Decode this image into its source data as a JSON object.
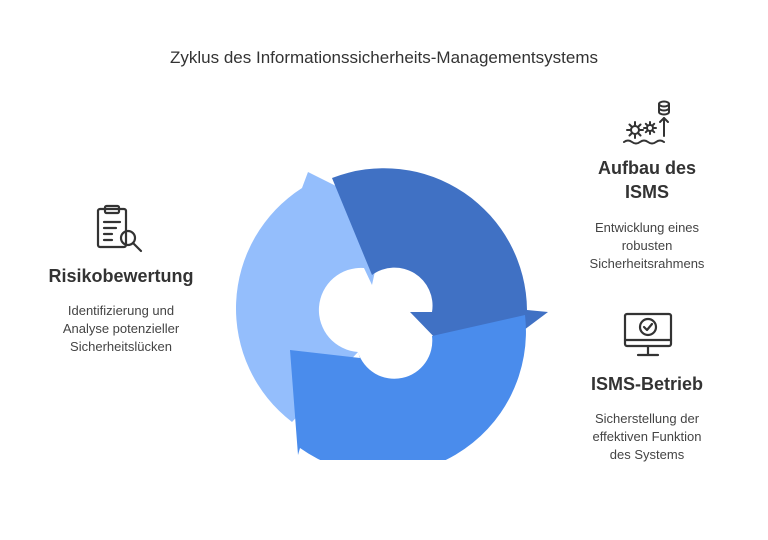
{
  "title": "Zyklus des Informationssicherheits-Managementsystems",
  "stages": [
    {
      "heading_line1": "Risikobewertung",
      "heading_line2": "",
      "desc_lines": [
        "Identifizierung und",
        "Analyse potenzieller",
        "Sicherheitslücken"
      ],
      "icon": "clipboard-search-icon",
      "color": "#94BEFC"
    },
    {
      "heading_line1": "Aufbau des",
      "heading_line2": "ISMS",
      "desc_lines": [
        "Entwicklung eines",
        "robusten",
        "Sicherheitsrahmens"
      ],
      "icon": "gears-database-icon",
      "color": "#4071C4"
    },
    {
      "heading_line1": "ISMS-Betrieb",
      "heading_line2": "",
      "desc_lines": [
        "Sicherstellung der",
        "effektiven Funktion",
        "des Systems"
      ],
      "icon": "monitor-check-icon",
      "color": "#4A8CEC"
    }
  ]
}
